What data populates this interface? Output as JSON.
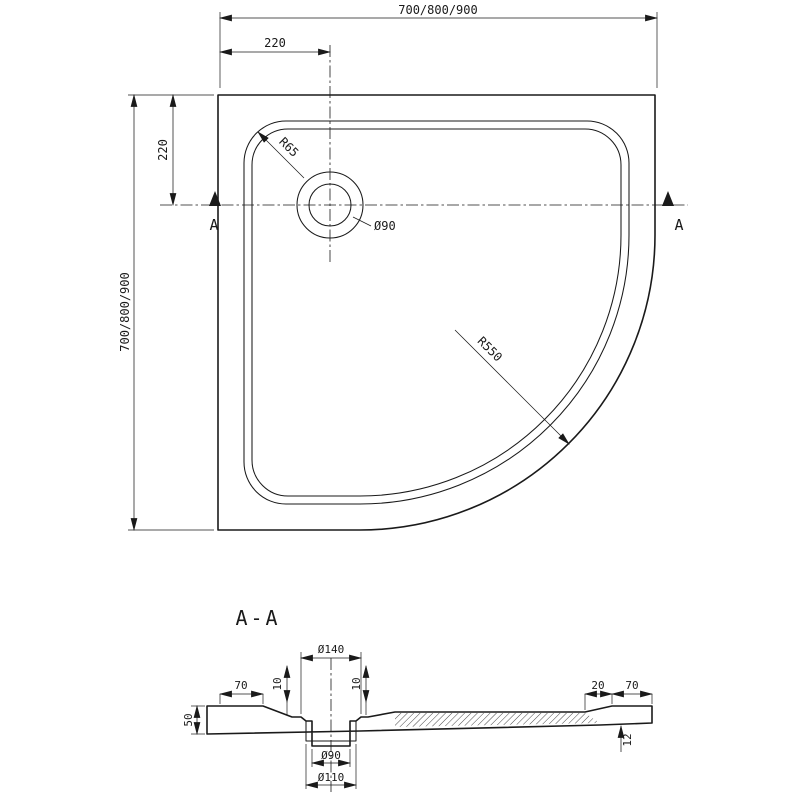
{
  "drawing": {
    "plan": {
      "width_dim": "700/800/900",
      "height_dim": "700/800/900",
      "drain_offset_x": "220",
      "drain_offset_y": "220",
      "drain_diameter": "Ø90",
      "inner_corner_radius": "R65",
      "outer_corner_radius": "R550",
      "section_marker_left": "A",
      "section_marker_right": "A"
    },
    "section": {
      "title": "A-A",
      "recess_diameter": "Ø140",
      "recess_depth_left": "10",
      "recess_depth_right": "10",
      "rim_width_left": "70",
      "rim_step_right": "20",
      "rim_width_right": "70",
      "edge_height_left": "50",
      "edge_height_right": "12",
      "drain_hole_diameter": "Ø90",
      "drain_recess_diameter": "Ø110"
    }
  }
}
